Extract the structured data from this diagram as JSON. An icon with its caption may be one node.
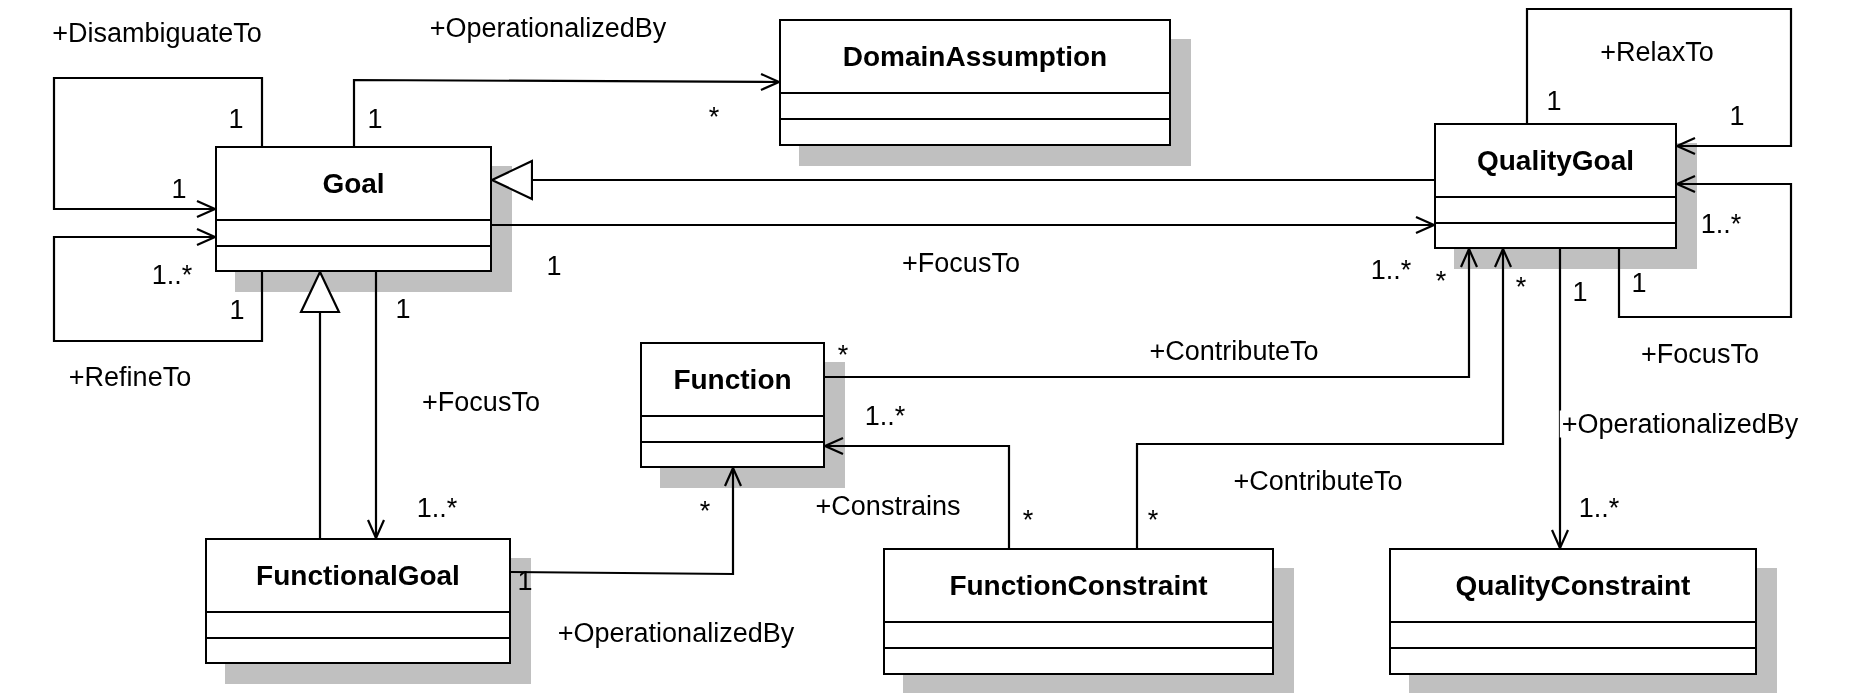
{
  "diagram": {
    "nodes": [
      {
        "text": [
          "Goal"
        ]
      },
      {
        "text": [
          "DomainAssumption"
        ]
      },
      {
        "text": [
          "QualityGoal"
        ]
      },
      {
        "text": [
          "Function"
        ]
      },
      {
        "text": [
          "FunctionalGoal"
        ]
      },
      {
        "text": [
          "FunctionConstraint"
        ]
      },
      {
        "text": [
          "QualityConstraint"
        ]
      }
    ],
    "edges": [
      {
        "from": 0,
        "to": 0,
        "arrow": "to",
        "label": "+DisambiguateTo"
      },
      {
        "from": 0,
        "to": 0,
        "arrow": "to",
        "label": "+RefineTo"
      },
      {
        "from": 0,
        "to": 1,
        "arrow": "to",
        "label": "+OperationalizedBy"
      },
      {
        "from": 2,
        "to": 0,
        "arrow": "to"
      },
      {
        "from": 0,
        "to": 2,
        "arrow": "to",
        "label": "+FocusTo"
      },
      {
        "from": 2,
        "to": 2,
        "arrow": "to",
        "label": "+RelaxTo"
      },
      {
        "from": 2,
        "to": 2,
        "arrow": "to",
        "label": "+FocusTo"
      },
      {
        "from": 0,
        "to": 4,
        "arrow": "to",
        "label": "+FocusTo"
      },
      {
        "from": 4,
        "to": 0,
        "arrow": "to"
      },
      {
        "from": 3,
        "to": 2,
        "arrow": "to",
        "label": "+ContributeTo"
      },
      {
        "from": 5,
        "to": 3,
        "arrow": "to",
        "label": "+Constrains"
      },
      {
        "from": 5,
        "to": 2,
        "arrow": "to",
        "label": "+ContributeTo"
      },
      {
        "from": 4,
        "to": 3,
        "arrow": "to",
        "label": "+OperationalizedBy"
      },
      {
        "from": 2,
        "to": 6,
        "arrow": "to",
        "label": "+OperationalizedBy"
      }
    ],
    "labels": [
      "1",
      "1",
      "*",
      "1",
      "1",
      "1",
      "1..*",
      "1..*",
      "1",
      "1..*",
      "*",
      "*",
      "1",
      "1",
      "1",
      "1",
      "*",
      "1..*",
      "1..*",
      "*",
      "*",
      "*",
      "1..*",
      "1"
    ]
  }
}
